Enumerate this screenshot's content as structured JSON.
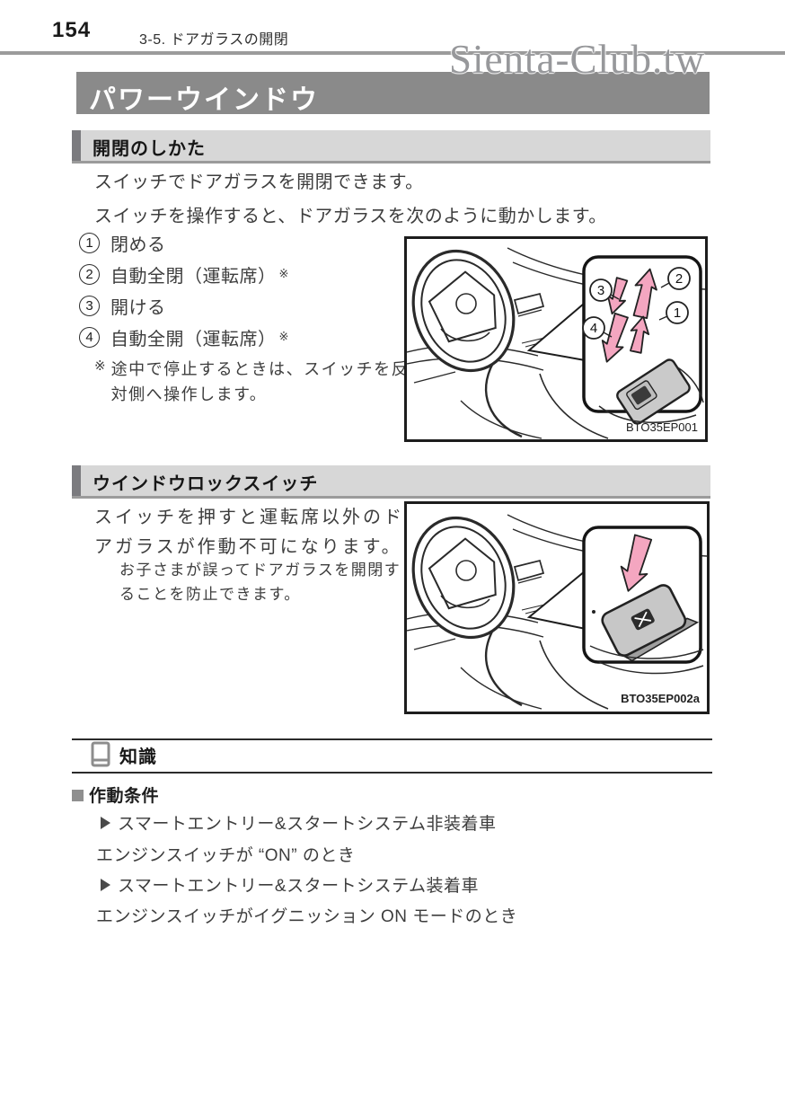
{
  "page": {
    "number": "154",
    "breadcrumb": "3-5. ドアガラスの開閉",
    "watermark": "Sienta-Club.tw",
    "title": "パワーウインドウ"
  },
  "open_close": {
    "heading": "開閉のしかた",
    "para1": "スイッチでドアガラスを開閉できます。",
    "para2": "スイッチを操作すると、ドアガラスを次のように動かします。",
    "items": [
      {
        "num": "1",
        "label": "閉める",
        "sup": ""
      },
      {
        "num": "2",
        "label": "自動全閉（運転席）",
        "sup": "※"
      },
      {
        "num": "3",
        "label": "開ける",
        "sup": ""
      },
      {
        "num": "4",
        "label": "自動全開（運転席）",
        "sup": "※"
      }
    ],
    "note_marker": "※",
    "note": "途中で停止するときは、スイッチを反対側へ操作します。",
    "figure_caption": "BTO35EP001"
  },
  "window_lock": {
    "heading": "ウインドウロックスイッチ",
    "para1": "スイッチを押すと運転席以外のドアガラスが作動不可になります。",
    "note": "お子さまが誤ってドアガラスを開閉することを防止できます。",
    "figure_caption": "BTO35EP002a"
  },
  "knowledge": {
    "heading": "知識",
    "subheading": "作動条件",
    "lines": [
      {
        "text": "スマートエントリー&スタートシステム非装着車"
      },
      {
        "text": "エンジンスイッチが “ON” のとき"
      },
      {
        "text": "スマートエントリー&スタートシステム装着車"
      },
      {
        "text": "エンジンスイッチがイグニッション ON モードのとき"
      }
    ]
  },
  "colors": {
    "banner_gray": "#8a8a8a",
    "bar_light_gray": "#d7d7d7",
    "bar_dark_edge": "#9b9b9b",
    "bar_left_block": "#7b7b7f",
    "arrow_pink": "#f4a6c0",
    "switch_gray": "#c9c9c9",
    "text_dark": "#3d3d3d"
  }
}
